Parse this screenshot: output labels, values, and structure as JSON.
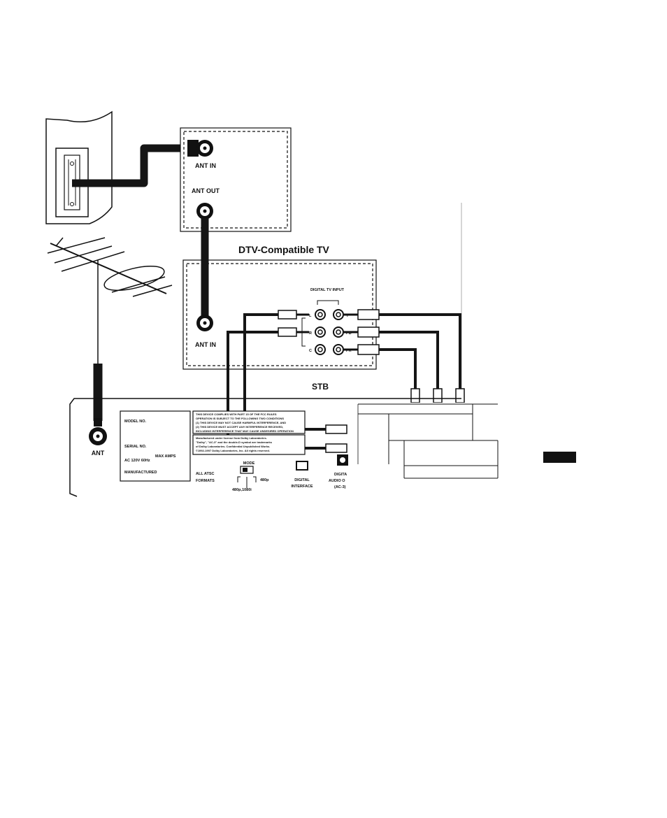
{
  "labels": {
    "tv_title": "DTV-Compatible TV",
    "stb_title": "STB",
    "wall_ant_in": "ANT IN",
    "wall_ant_out": "ANT OUT",
    "tv_ant_in": "ANT IN",
    "digital_tv_input": "DIGITAL TV INPUT",
    "jack_l": "L",
    "jack_r": "R",
    "jack_c": "C",
    "jack_y": "Y",
    "jack_pb": "PB",
    "jack_pr": "PR",
    "stb_ant": "ANT",
    "model_no": "MODEL NO.",
    "serial_no": "SERIAL NO.",
    "ac_rating": "AC 120V 60Hz",
    "max_amps": "MAX AMPS",
    "manufactured": "MANUFACTURED",
    "mode": "MODE",
    "all_atsc": "ALL ATSC",
    "formats": "FORMATS",
    "mode_480p": "480p",
    "mode_480p_1080i": "480p,1080i",
    "digital_interface_1": "DIGITAL",
    "digital_interface_2": "INTERFACE",
    "digital_audio_1": "DIGITA",
    "digital_audio_2": "AUDIO O",
    "digital_audio_3": "(AC-3)",
    "fcc_1": "THIS DEVICE COMPLIES WITH PART 15 OF THE FCC RULES",
    "fcc_2": "OPERATION IS SUBJECT TO THE FOLLOWING TWO CONDITIONS",
    "fcc_3": "(1) THIS DEVICE MAY NOT CAUSE HARMFUL INTERFERENCE, AND",
    "fcc_4": "(2) THIS DEVICE MUST ACCEPT ANY INTERFERENCE RECEIVED,",
    "fcc_5": "INCLUDING INTERFERENCE THAT MAY CAUSE UNDESIRED OPERATION",
    "dolby_1": "Manufactured under license from Dolby Laboratories.",
    "dolby_2": "\"Dolby\", \"AC-3\" and the double-D symbol are trademarks",
    "dolby_3": "of Dolby Laboratories. Confidential Unpublished Works.",
    "dolby_4": "©1992-1997 Dolby Laboratories, Inc. All rights reserved."
  }
}
